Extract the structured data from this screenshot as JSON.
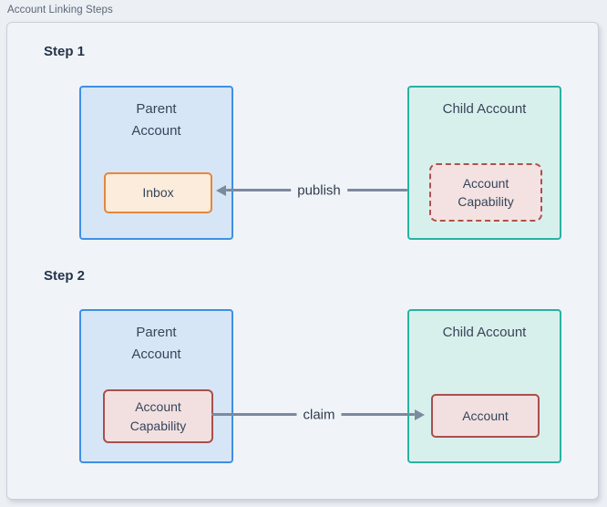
{
  "page": {
    "title": "Account Linking Steps"
  },
  "colors": {
    "page_background": "#eceff4",
    "frame_background": "#f0f4f8",
    "frame_border": "#c9d0da",
    "parent_box_fill": "#d7e6f7",
    "parent_box_border": "#3f8fe5",
    "child_box_fill": "#d8f0ec",
    "child_box_border": "#28b2a2",
    "inbox_fill": "#fcecdb",
    "inbox_border": "#e5873b",
    "capability_fill": "#f2e0e0",
    "capability_border": "#a8504c",
    "arrow": "#7b8a9d",
    "text": "#36455a"
  },
  "steps": [
    {
      "label": "Step 1",
      "parent_box": {
        "title": "Parent Account",
        "inner_node": "Inbox",
        "inner_node_style": "orange-solid"
      },
      "child_box": {
        "title": "Child Account",
        "inner_node": "Account Capability",
        "inner_node_style": "red-dashed"
      },
      "arrow": {
        "label": "publish",
        "direction": "right-to-left",
        "from": "Child Account / Account Capability",
        "to": "Parent Account / Inbox"
      }
    },
    {
      "label": "Step 2",
      "parent_box": {
        "title": "Parent Account",
        "inner_node": "Account Capability",
        "inner_node_style": "red-solid"
      },
      "child_box": {
        "title": "Child Account",
        "inner_node": "Account",
        "inner_node_style": "red-solid"
      },
      "arrow": {
        "label": "claim",
        "direction": "left-to-right",
        "from": "Parent Account / Account Capability",
        "to": "Child Account / Account"
      }
    }
  ]
}
